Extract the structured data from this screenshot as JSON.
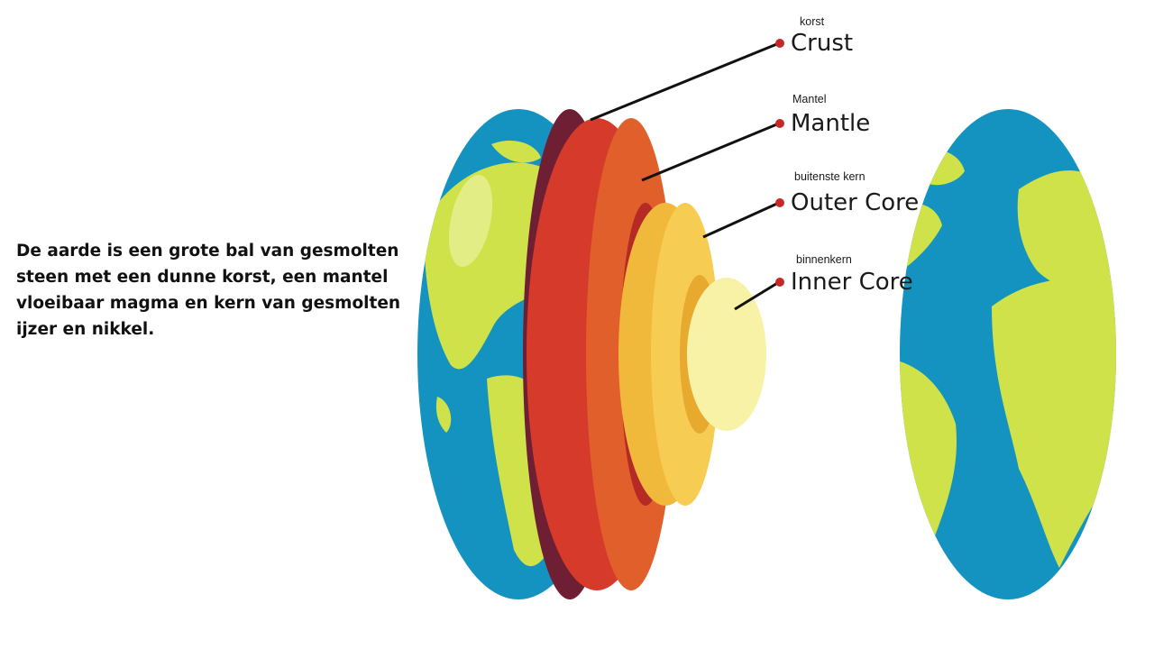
{
  "description": "De aarde is een grote bal van gesmolten steen met een dunne korst, een mantel vloeibaar magma en kern van gesmolten ijzer en nikkel.",
  "labels": {
    "crust": {
      "translation": "korst",
      "name": "Crust"
    },
    "mantle": {
      "translation": "Mantel",
      "name": "Mantle"
    },
    "outer_core": {
      "translation": "buitenste kern",
      "name": "Outer Core"
    },
    "inner_core": {
      "translation": "binnenkern",
      "name": "Inner Core"
    }
  },
  "colors": {
    "ocean": "#1593c0",
    "land": "#cfe24a",
    "crust": "#6e1f33",
    "mantle_outer": "#d63a2a",
    "mantle_inner": "#e05f2a",
    "outer_core": "#f0b93c",
    "inner_core": "#f8f2a6",
    "marker": "#c62828",
    "leader": "#111111"
  }
}
